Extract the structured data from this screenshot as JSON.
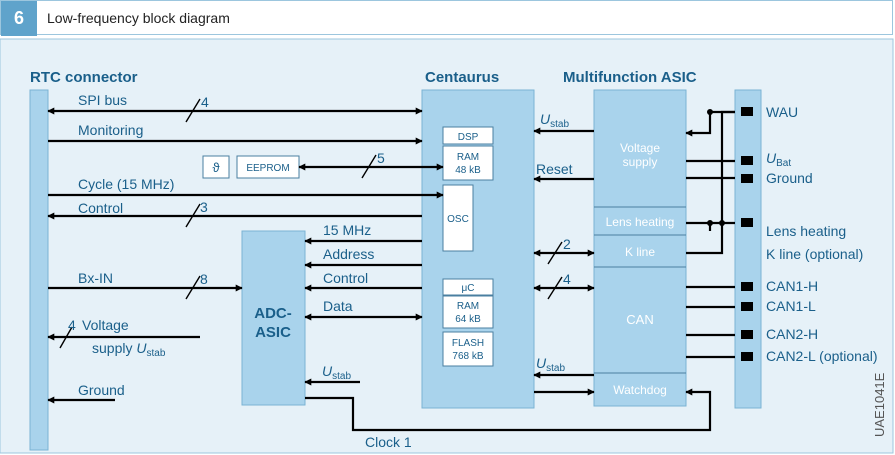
{
  "header": {
    "number": "6",
    "title": "Low-frequency block diagram"
  },
  "blocks": {
    "rtc_connector": "RTC connector",
    "centaurus": "Centaurus",
    "multifunction_asic": "Multifunction ASIC",
    "adc_asic_line1": "ADC-",
    "adc_asic_line2": "ASIC"
  },
  "rtc_signals": {
    "spi_bus": "SPI bus",
    "monitoring": "Monitoring",
    "cycle": "Cycle (15 MHz)",
    "control": "Control",
    "bx_in": "Bx-IN",
    "voltage_line1": "Voltage",
    "voltage_line2": "supply",
    "ground": "Ground"
  },
  "bus_widths": {
    "spi": "4",
    "eeprom": "5",
    "control": "3",
    "bxin": "8",
    "voltage": "4",
    "kline": "2",
    "can": "4"
  },
  "centaurus_parts": {
    "dsp": "DSP",
    "ram1_l1": "RAM",
    "ram1_l2": "48 kB",
    "osc": "OSC",
    "uc": "μC",
    "ram2_l1": "RAM",
    "ram2_l2": "64 kB",
    "flash_l1": "FLASH",
    "flash_l2": "768 kB"
  },
  "adc_signals": {
    "mhz": "15 MHz",
    "address": "Address",
    "control": "Control",
    "data": "Data"
  },
  "eeprom": {
    "label": "EEPROM",
    "theta": "ϑ"
  },
  "mf_sections": {
    "voltage_l1": "Voltage",
    "voltage_l2": "supply",
    "lens_heating": "Lens heating",
    "k_line": "K line",
    "can": "CAN",
    "watchdog": "Watchdog"
  },
  "signals": {
    "reset": "Reset",
    "clock": "Clock 1",
    "u_stab_u": "U",
    "u_stab_sub": "stab"
  },
  "connector_pins": {
    "wau": "WAU",
    "ubat_u": "U",
    "ubat_sub": "Bat",
    "ground": "Ground",
    "lens_heating": "Lens heating",
    "k_line": "K line (optional)",
    "can1h": "CAN1-H",
    "can1l": "CAN1-L",
    "can2h": "CAN2-H",
    "can2l": "CAN2-L (optional)"
  },
  "side_code": "UAE1041E",
  "colors": {
    "accent": "#5fa3cb",
    "block": "#a9d3ec",
    "panel": "#e6f1f8",
    "stroke": "#000000"
  }
}
